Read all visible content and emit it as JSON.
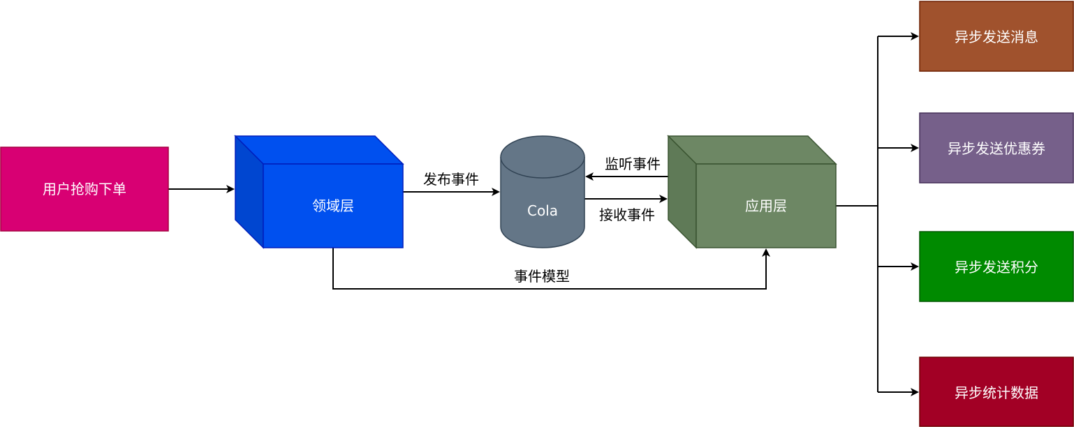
{
  "nodes": {
    "user_order": {
      "label": "用户抢购下单",
      "fill": "#d80073",
      "stroke": "#a50040"
    },
    "domain_layer": {
      "label": "领域层",
      "fill": "#0050ef",
      "side": "#0046d0",
      "stroke": "#001dbc"
    },
    "cola": {
      "label": "Cola",
      "fill": "#647687",
      "stroke": "#314354"
    },
    "app_layer": {
      "label": "应用层",
      "fill": "#6d8764",
      "side": "#5f7a57",
      "stroke": "#3a5431"
    },
    "async_message": {
      "label": "异步发送消息",
      "fill": "#a0522d",
      "stroke": "#6d1f00"
    },
    "async_coupon": {
      "label": "异步发送优惠券",
      "fill": "#76608a",
      "stroke": "#432d57"
    },
    "async_points": {
      "label": "异步发送积分",
      "fill": "#008a00",
      "stroke": "#005700"
    },
    "async_stats": {
      "label": "异步统计数据",
      "fill": "#a20025",
      "stroke": "#6f0000"
    }
  },
  "edges": {
    "publish_event": "发布事件",
    "listen_event": "监听事件",
    "receive_event": "接收事件",
    "event_model": "事件模型"
  }
}
